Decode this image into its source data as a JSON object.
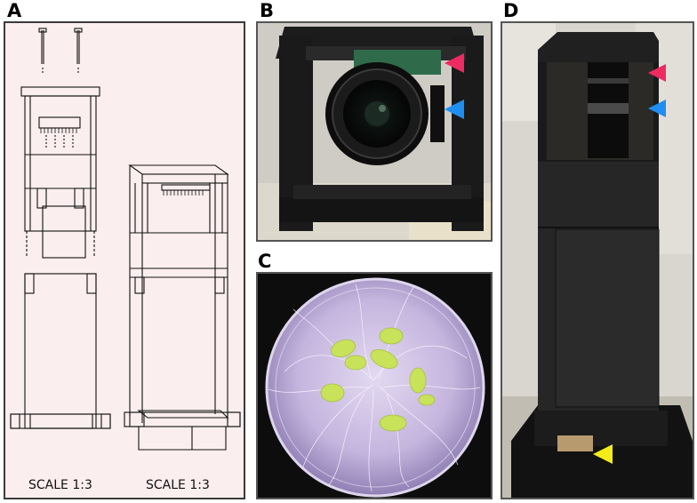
{
  "figure": {
    "panel_labels": [
      "A",
      "B",
      "C",
      "D"
    ],
    "scale_left": "SCALE 1:3",
    "scale_right": "SCALE 1:3"
  },
  "colors": {
    "arrow_pink": "#ee2a62",
    "arrow_blue": "#1f8ef1",
    "arrow_yellow": "#f4ec18",
    "drawing_bg": "#fbeeee"
  },
  "icons": [
    "pink-triangle-marker",
    "blue-triangle-marker",
    "yellow-triangle-marker"
  ]
}
